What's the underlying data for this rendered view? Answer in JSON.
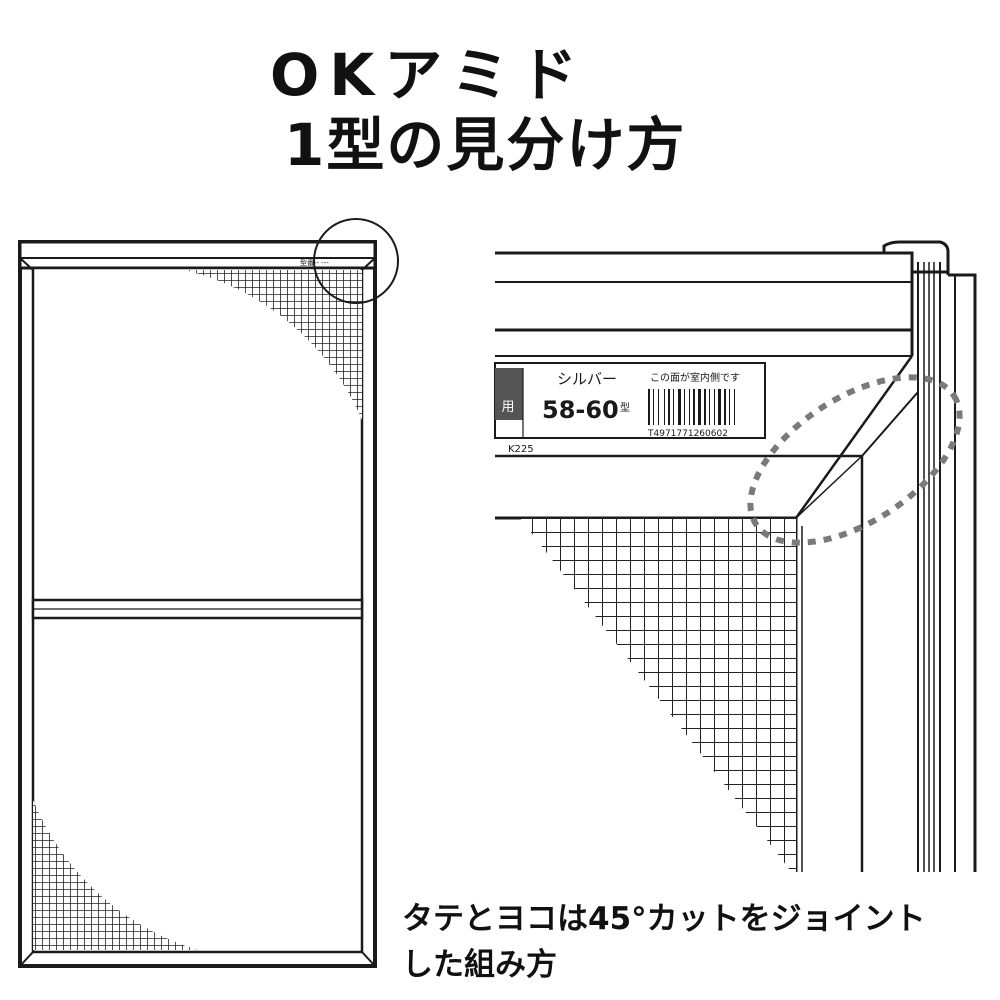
{
  "title": {
    "line1": "OKアミド",
    "line2": "1型の見分け方"
  },
  "left_frame": {
    "label_code": "型番-- ---"
  },
  "label": {
    "color_name": "シルバー",
    "size": "58-60",
    "size_unit": "型",
    "note": "この面が室内側です",
    "product_code": "K225",
    "barcode_number": "T4971771260602",
    "usage_chars": "用"
  },
  "caption": {
    "line1": "タテとヨコは45°カットをジョイント",
    "line2": "した組み方"
  },
  "colors": {
    "line": "#1a1a1a",
    "dashed_highlight": "#7a7a7a",
    "label_dark": "#555555"
  }
}
